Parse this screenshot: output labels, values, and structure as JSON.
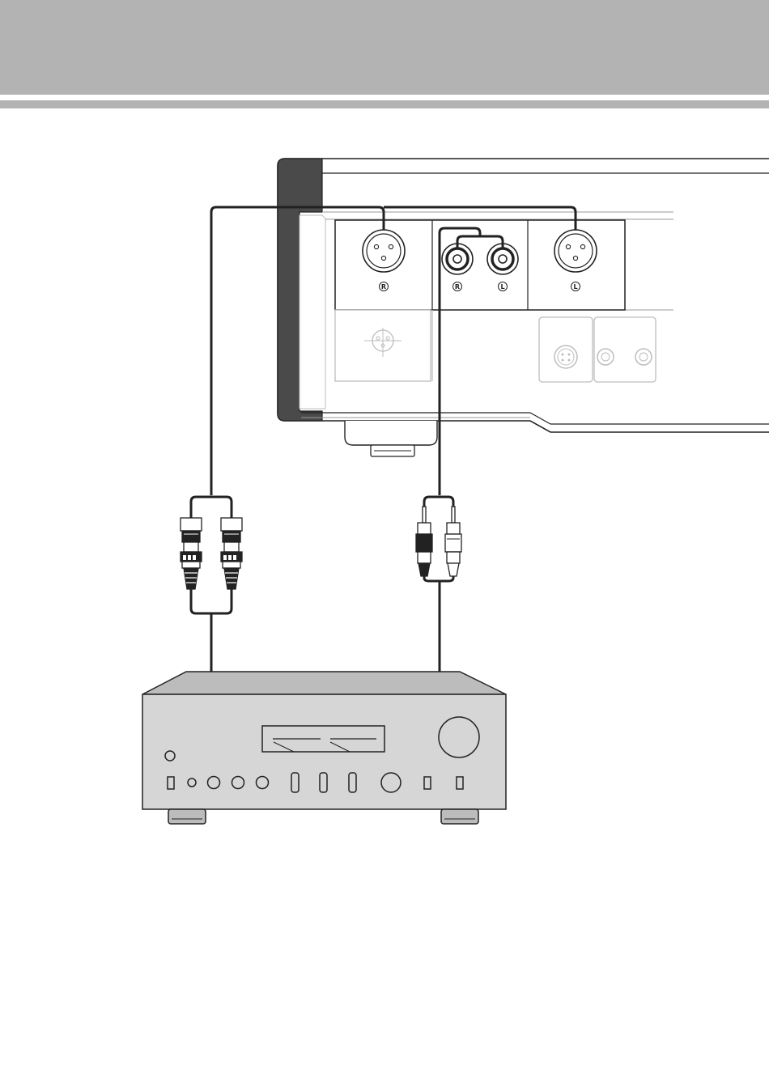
{
  "header": {
    "band_color": "#b3b3b3"
  },
  "player": {
    "balanced_out": {
      "right_label": "R",
      "left_label": "L"
    },
    "unbalanced_out": {
      "right_label": "R",
      "left_label": "L"
    }
  },
  "cables": {
    "balanced": {
      "icon": "xlr-plug-icon",
      "count": 2
    },
    "unbalanced": {
      "icon": "rca-plug-icon",
      "count": 2
    }
  },
  "colors": {
    "line": "#222222",
    "panel": "#ffffff",
    "amp_body": "#d6d6d6",
    "amp_top": "#bcbcbc",
    "player_side": "#4a4a4a",
    "faded": "#bdbdbd"
  }
}
